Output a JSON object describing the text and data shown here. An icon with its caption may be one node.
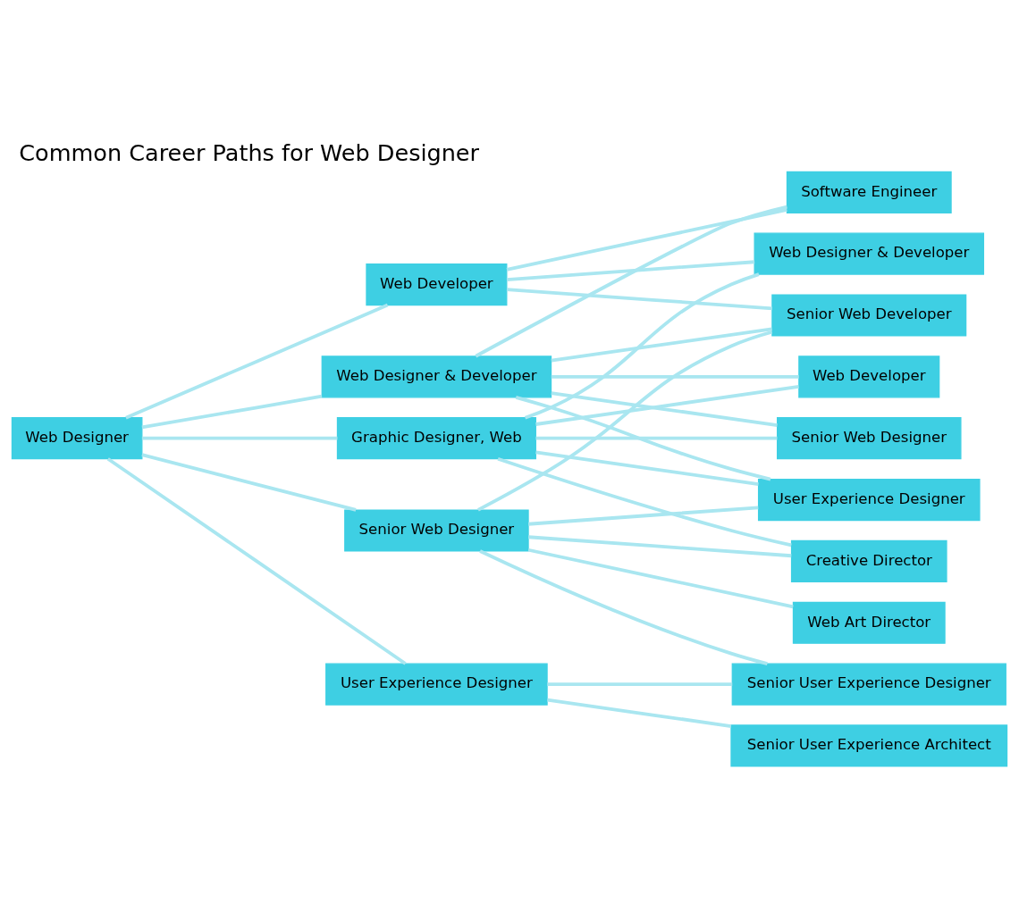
{
  "diagram": {
    "title": "Common Career Paths for Web Designer",
    "nodes": [
      {
        "text": [
          "Web Designer"
        ]
      },
      {
        "text": [
          "Web Developer"
        ]
      },
      {
        "text": [
          "Web Designer & Developer"
        ]
      },
      {
        "text": [
          "Senior Web Designer"
        ]
      },
      {
        "text": [
          "Graphic Designer, Web"
        ]
      },
      {
        "text": [
          "User Experience Designer"
        ]
      },
      {
        "text": [
          "Senior Web Developer"
        ]
      },
      {
        "text": [
          "Software Engineer"
        ]
      },
      {
        "text": [
          "Web Designer & Developer"
        ]
      },
      {
        "text": [
          "Web Developer"
        ]
      },
      {
        "text": [
          "Senior Web Designer"
        ]
      },
      {
        "text": [
          "User Experience Designer"
        ]
      },
      {
        "text": [
          "Senior User Experience Designer"
        ]
      },
      {
        "text": [
          "Creative Director"
        ]
      },
      {
        "text": [
          "Web Art Director"
        ]
      },
      {
        "text": [
          "Senior User Experience Architect"
        ]
      }
    ],
    "edges": [
      {
        "from": 0,
        "to": 1,
        "arrow": "none"
      },
      {
        "from": 0,
        "to": 2,
        "arrow": "none"
      },
      {
        "from": 0,
        "to": 3,
        "arrow": "none"
      },
      {
        "from": 0,
        "to": 4,
        "arrow": "none"
      },
      {
        "from": 0,
        "to": 5,
        "arrow": "none"
      },
      {
        "from": 1,
        "to": 6,
        "arrow": "none"
      },
      {
        "from": 1,
        "to": 7,
        "arrow": "none"
      },
      {
        "from": 1,
        "to": 8,
        "arrow": "none"
      },
      {
        "from": 2,
        "to": 6,
        "arrow": "none"
      },
      {
        "from": 2,
        "to": 7,
        "arrow": "none"
      },
      {
        "from": 2,
        "to": 9,
        "arrow": "none"
      },
      {
        "from": 2,
        "to": 10,
        "arrow": "none"
      },
      {
        "from": 2,
        "to": 11,
        "arrow": "none"
      },
      {
        "from": 3,
        "to": 6,
        "arrow": "none"
      },
      {
        "from": 3,
        "to": 11,
        "arrow": "none"
      },
      {
        "from": 3,
        "to": 12,
        "arrow": "none"
      },
      {
        "from": 3,
        "to": 13,
        "arrow": "none"
      },
      {
        "from": 3,
        "to": 14,
        "arrow": "none"
      },
      {
        "from": 4,
        "to": 8,
        "arrow": "none"
      },
      {
        "from": 4,
        "to": 9,
        "arrow": "none"
      },
      {
        "from": 4,
        "to": 10,
        "arrow": "none"
      },
      {
        "from": 4,
        "to": 11,
        "arrow": "none"
      },
      {
        "from": 4,
        "to": 13,
        "arrow": "none"
      },
      {
        "from": 5,
        "to": 12,
        "arrow": "none"
      },
      {
        "from": 5,
        "to": 15,
        "arrow": "none"
      }
    ]
  }
}
